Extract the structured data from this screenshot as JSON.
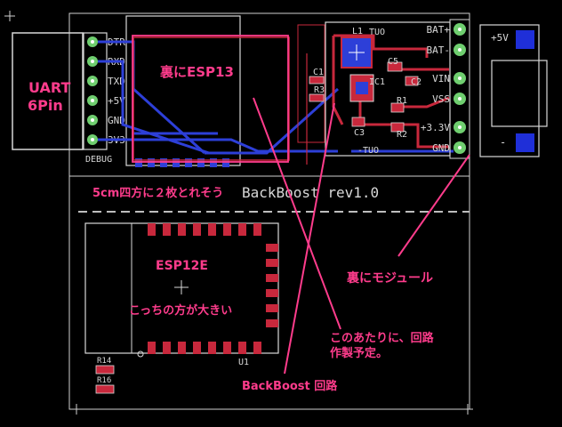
{
  "board": {
    "title": "BackBoost rev1.0",
    "size_note": "5cm四方に２枚とれそう"
  },
  "uart_header": {
    "pins": [
      "DTR",
      "RXD",
      "TXD",
      "+5V",
      "GND",
      "3V3"
    ],
    "label": "DEBUG"
  },
  "power_header": {
    "pins": [
      "BAT+",
      "BAT-",
      "VIN",
      "VSS",
      "+3.3V",
      "GND"
    ]
  },
  "battery": {
    "plus": "+5V",
    "minus": "-"
  },
  "components": {
    "l1": "L1",
    "tuo_top": "TUO",
    "tuo_bottom": "-TUO",
    "c1": "C1",
    "r3": "R3",
    "ic1": "IC1",
    "c2": "C2",
    "c5": "C5",
    "r1": "R1",
    "r2": "R2",
    "c3": "C3",
    "u1": "U1",
    "r14": "R14",
    "r16": "R16"
  },
  "annotations": {
    "uart": "UART",
    "uart_pins": "6Pin",
    "esp13": "裏にESP13",
    "esp12e": "ESP12E",
    "bigger": "こっちの方が大きい",
    "module_back": "裏にモジュール",
    "planned_1": "このあたりに、回路",
    "planned_2": "作製予定。",
    "backboost": "BackBoost 回路"
  },
  "colors": {
    "background": "#000000",
    "board_outline": "#d0d0d0",
    "pad": "#6fce6f",
    "top_copper": "#c8283c",
    "bottom_copper": "#2d3fd8",
    "annotation": "#ff3c8c",
    "battery_pad": "#1f2fd8"
  }
}
